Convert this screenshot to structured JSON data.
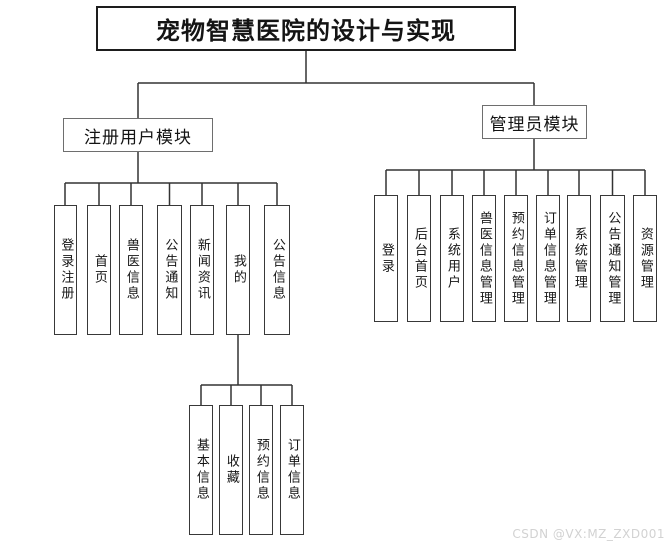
{
  "title": "宠物智慧医院的设计与实现",
  "user_module": {
    "label": "注册用户模块",
    "children": [
      {
        "label": "登录注册"
      },
      {
        "label": "首页"
      },
      {
        "label": "兽医信息"
      },
      {
        "label": "公告通知"
      },
      {
        "label": "新闻资讯"
      },
      {
        "label": "我的",
        "children": [
          {
            "label": "基本信息"
          },
          {
            "label": "收藏"
          },
          {
            "label": "预约信息"
          },
          {
            "label": "订单信息"
          }
        ]
      },
      {
        "label": "公告信息"
      }
    ]
  },
  "admin_module": {
    "label": "管理员模块",
    "children": [
      {
        "label": "登录"
      },
      {
        "label": "后台首页"
      },
      {
        "label": "系统用户"
      },
      {
        "label": "兽医信息管理"
      },
      {
        "label": "预约信息管理"
      },
      {
        "label": "订单信息管理"
      },
      {
        "label": "系统管理"
      },
      {
        "label": "公告通知管理"
      },
      {
        "label": "资源管理"
      }
    ]
  },
  "watermark": "CSDN @VX:MZ_ZXD001"
}
